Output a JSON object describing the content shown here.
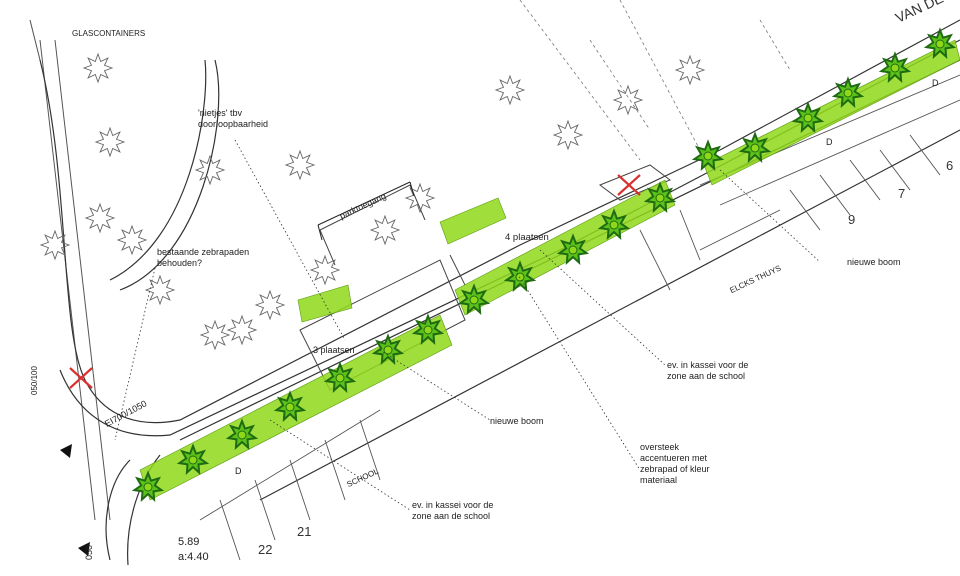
{
  "labels": {
    "glascontainers": "GLASCONTAINERS",
    "nietjes": "'nietjes' tbv\ndoorloopbaarheid",
    "parktoegang": "parktoegang",
    "zebrapaden": "bestaande zebrapaden\nbehouden?",
    "plaatsen4": "4 plaatsen",
    "plaatsen3": "3 plaatsen",
    "street": "VAN DE",
    "elcks": "ELCKS THUYS",
    "school": "SCHOOL",
    "nieuwe_boom_1": "nieuwe boom",
    "nieuwe_boom_2": "nieuwe boom",
    "kassei_1": "ev. in kassei voor de\nzone aan de school",
    "kassei_2": "ev. in kassei voor de\nzone aan de school",
    "oversteek": "oversteek\naccentueren met\nzebrapad of kleur\nmateriaal",
    "ei": "EI700/1050",
    "code_left": "050/100",
    "code_bottom": "050",
    "meas1": "5.89",
    "meas2": "a:4.40",
    "num22": "22",
    "num21": "21",
    "num9": "9",
    "num7": "7",
    "num6": "6",
    "d1": "D",
    "d2": "D",
    "d3": "D"
  },
  "colors": {
    "green": "#8fd819",
    "tree_fill": "#5cc21a",
    "tree_outline": "#1f6b12",
    "line": "#333333",
    "red": "#d93030"
  }
}
